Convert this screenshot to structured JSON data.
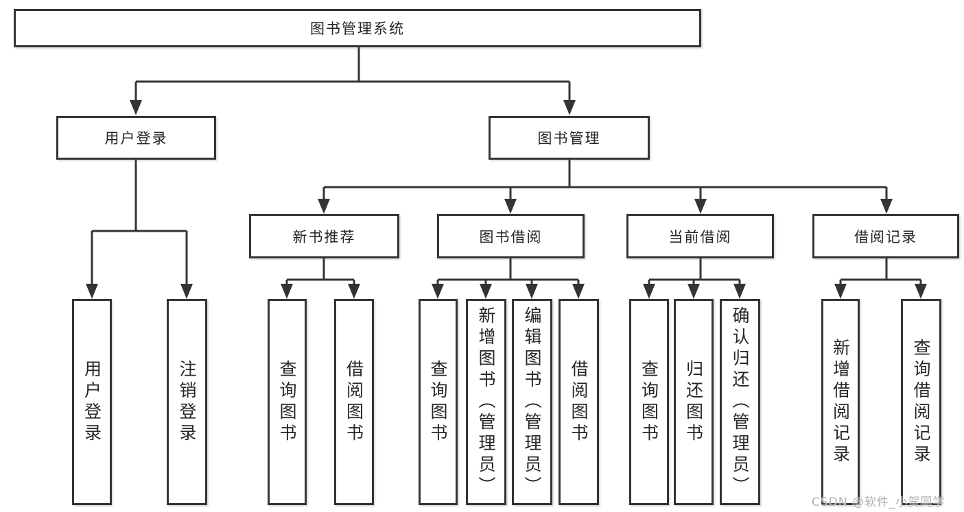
{
  "diagram": {
    "root": {
      "label": "图书管理系统"
    },
    "branches": [
      {
        "label": "用户登录",
        "children": [
          {
            "label": "用户登录"
          },
          {
            "label": "注销登录"
          }
        ]
      },
      {
        "label": "图书管理",
        "children": [
          {
            "label": "新书推荐",
            "children": [
              {
                "label": "查询图书"
              },
              {
                "label": "借阅图书"
              }
            ]
          },
          {
            "label": "图书借阅",
            "children": [
              {
                "label": "查询图书"
              },
              {
                "label": "新增图书（管理员）"
              },
              {
                "label": "编辑图书（管理员）"
              },
              {
                "label": "借阅图书"
              }
            ]
          },
          {
            "label": "当前借阅",
            "children": [
              {
                "label": "查询图书"
              },
              {
                "label": "归还图书"
              },
              {
                "label": "确认归还（管理员）"
              }
            ]
          },
          {
            "label": "借阅记录",
            "children": [
              {
                "label": "新增借阅记录"
              },
              {
                "label": "查询借阅记录"
              }
            ]
          }
        ]
      }
    ]
  },
  "watermark": {
    "text": "CSDN @软件_小贺同学"
  },
  "colors": {
    "line": "#343434",
    "box_border": "#343434",
    "text": "#262626",
    "background": "#ffffff",
    "watermark": "#b0b0b0"
  }
}
